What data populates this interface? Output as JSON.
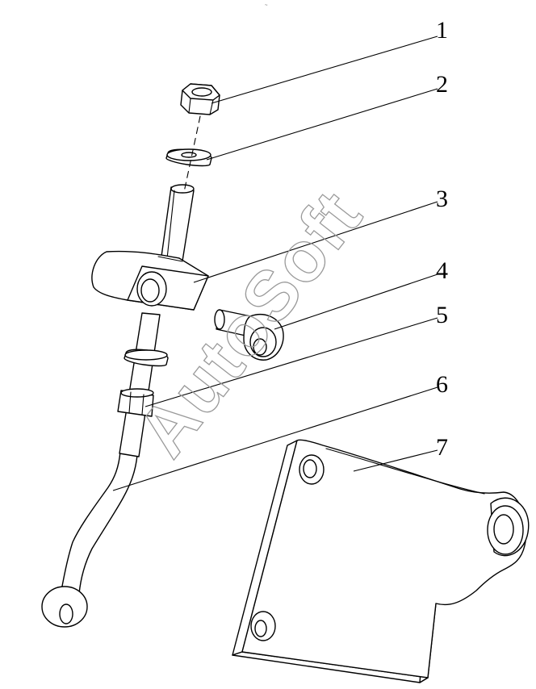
{
  "diagram": {
    "watermark": "AutoSoft",
    "corner_mark": "~",
    "callouts": [
      {
        "number": "1"
      },
      {
        "number": "2"
      },
      {
        "number": "3"
      },
      {
        "number": "4"
      },
      {
        "number": "5"
      },
      {
        "number": "6"
      },
      {
        "number": "7"
      }
    ]
  }
}
